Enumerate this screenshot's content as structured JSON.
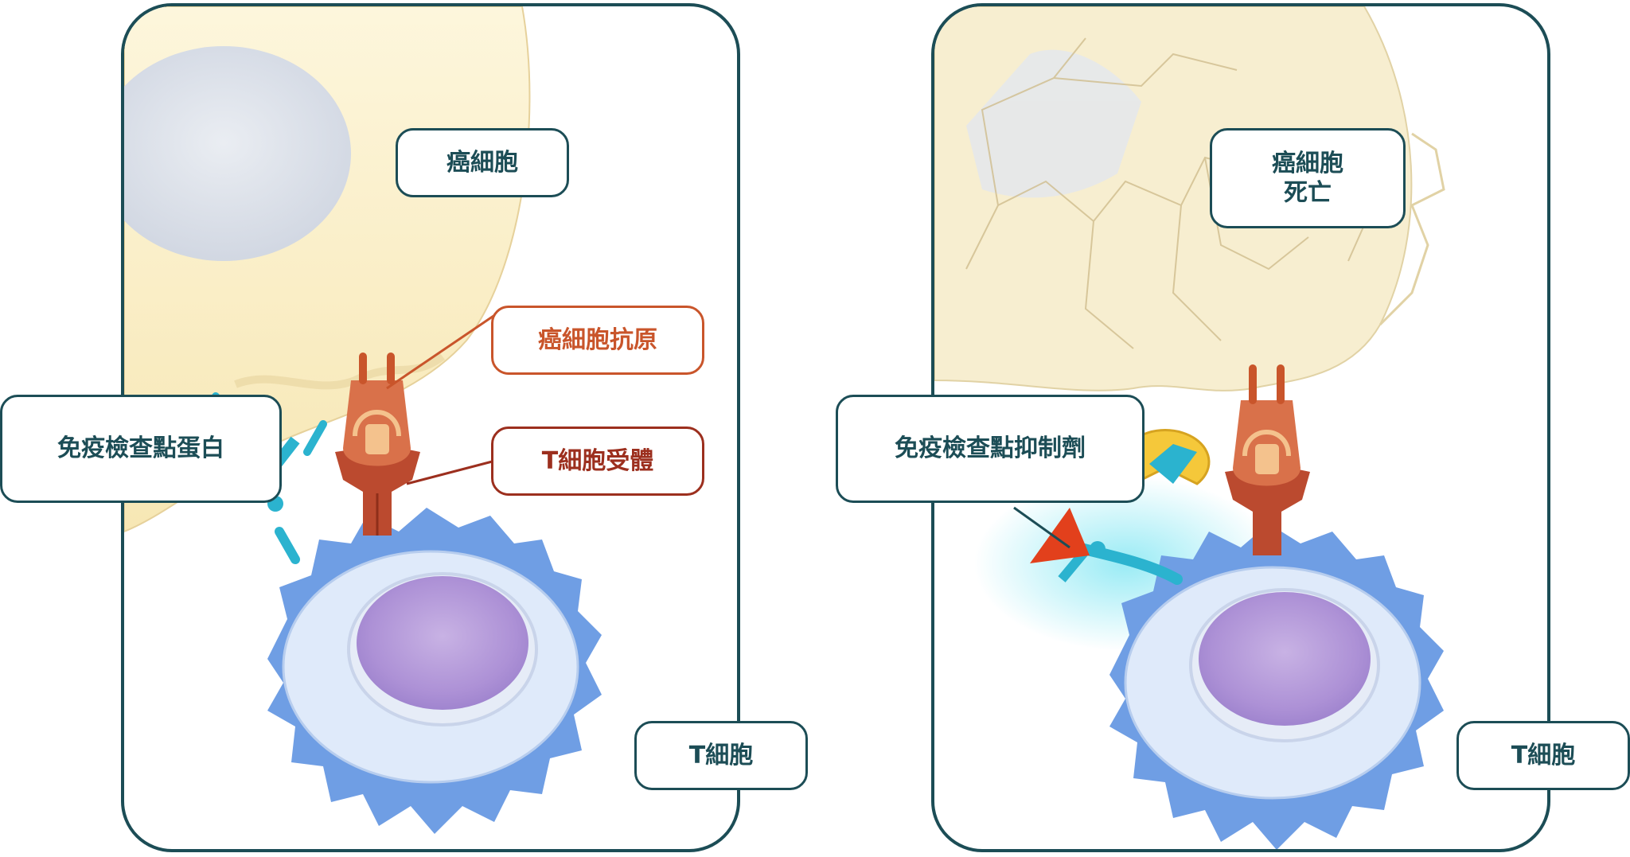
{
  "panels": [
    {
      "id": "left",
      "labels": {
        "cancer_cell": "癌細胞",
        "cancer_antigen": "癌細胞抗原",
        "checkpoint_protein": "免疫檢查點蛋白",
        "tcell_receptor": "T細胞受體",
        "tcell": "T細胞"
      }
    },
    {
      "id": "right",
      "labels": {
        "cancer_cell_line1": "癌細胞",
        "cancer_cell_line2": "死亡",
        "checkpoint_inhibitor": "免疫檢查點抑制劑",
        "tcell": "T細胞"
      }
    }
  ],
  "colors": {
    "frame": "#1c4d56",
    "cancer_cell": "#fbf0cc",
    "nucleus": "#d4dae6",
    "tcell_body": "#cfe0f7",
    "tcell_spikes": "#6f9ee4",
    "tcell_nucleus": "#b89ad8",
    "checkpoint_protein": "#2bb3cf",
    "antigen": "#d9714a",
    "receptor": "#bb4a2f",
    "inhibitor_yellow": "#f5c83a",
    "inhibitor_red": "#e2401c",
    "antigen_label": "#c9552b",
    "receptor_label": "#9c2f1e"
  }
}
